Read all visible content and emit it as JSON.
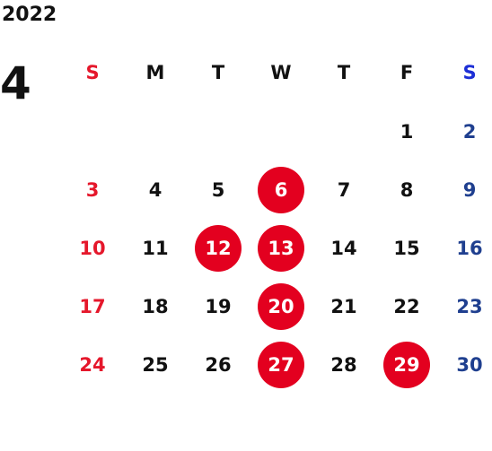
{
  "year": "2022",
  "month": "4",
  "colors": {
    "sunday": "#e5172b",
    "saturday": "#1f3f8f",
    "saturday_header": "#1d2fd6",
    "highlight": "#e3001f",
    "text": "#111111"
  },
  "weekdays": [
    "S",
    "M",
    "T",
    "W",
    "T",
    "F",
    "S"
  ],
  "weeks": [
    [
      "",
      "",
      "",
      "",
      "",
      "1",
      "2"
    ],
    [
      "3",
      "4",
      "5",
      "6",
      "7",
      "8",
      "9"
    ],
    [
      "10",
      "11",
      "12",
      "13",
      "14",
      "15",
      "16"
    ],
    [
      "17",
      "18",
      "19",
      "20",
      "21",
      "22",
      "23"
    ],
    [
      "24",
      "25",
      "26",
      "27",
      "28",
      "29",
      "30"
    ]
  ],
  "highlighted_days": [
    "6",
    "12",
    "13",
    "20",
    "27",
    "29"
  ]
}
